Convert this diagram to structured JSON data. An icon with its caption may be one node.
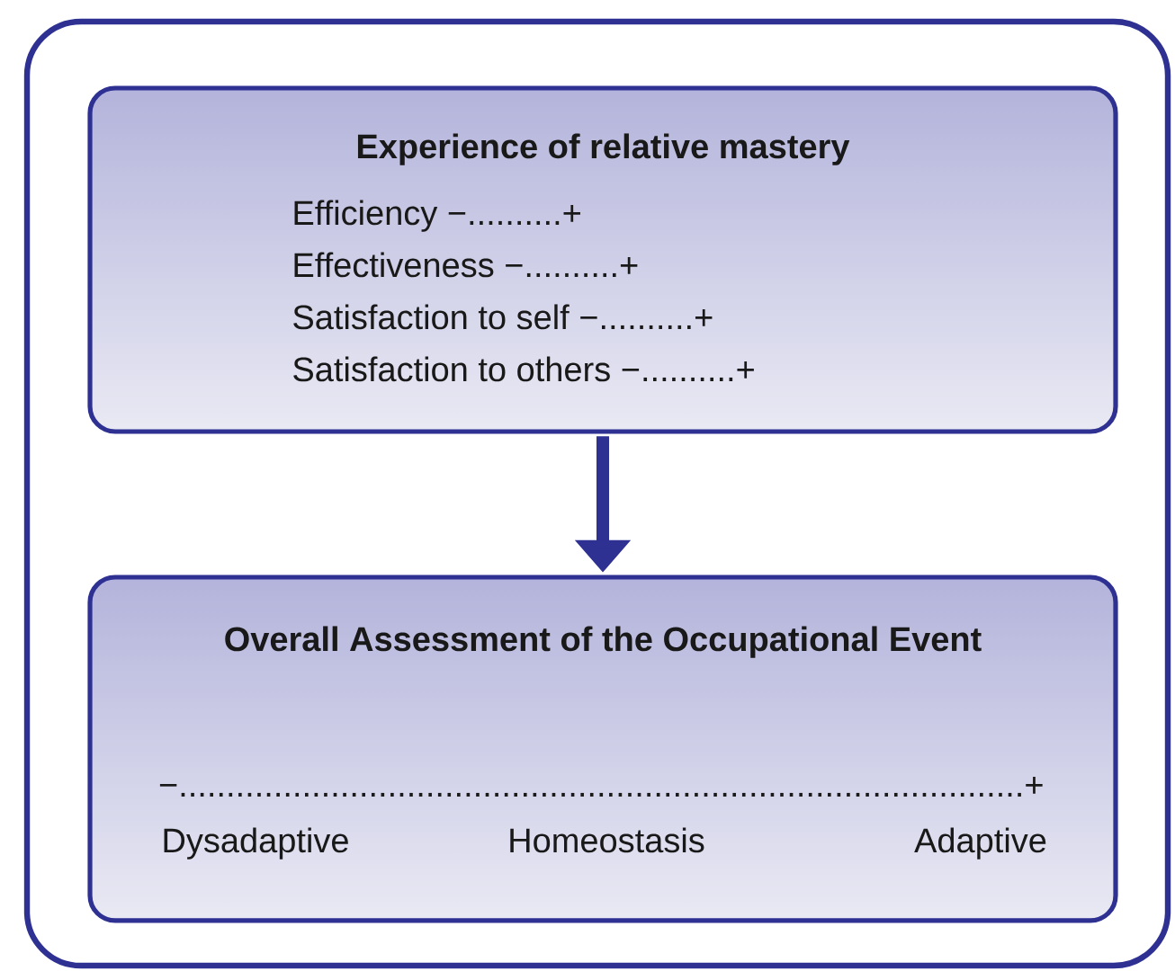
{
  "diagram": {
    "nodes": [
      {
        "text": [],
        "shape": "box"
      },
      {
        "text": [
          "Experience of relative mastery",
          "Efficiency −..........+",
          "Effectiveness −..........+",
          "Satisfaction to self −..........+",
          "Satisfaction to others −..........+"
        ],
        "in": 0
      },
      {
        "text": [
          "Overall Assessment of the Occupational Event",
          "−.........................................................................................+",
          "Dysadaptive",
          "Homeostasis",
          "Adaptive"
        ],
        "in": 0
      }
    ],
    "edges": [
      {
        "from": 1,
        "to": 2,
        "arrow": "to",
        "color": "#2e3192"
      }
    ]
  }
}
